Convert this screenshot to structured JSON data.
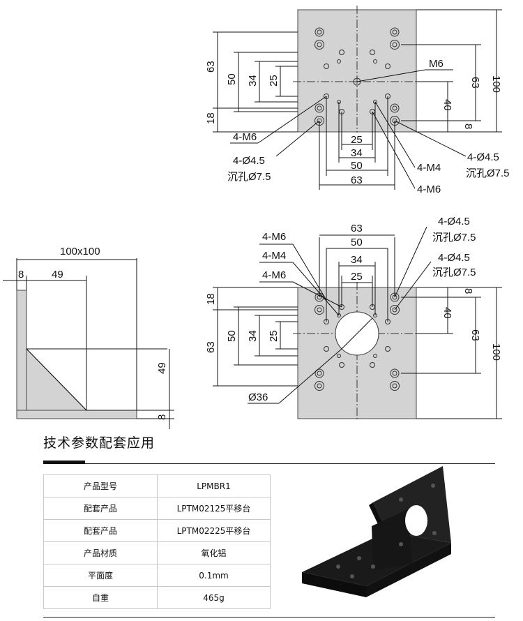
{
  "dims": {
    "top": {
      "left": [
        "63",
        "50",
        "34",
        "25",
        "18"
      ],
      "right": [
        "100",
        "63",
        "40",
        "8"
      ],
      "bottom": [
        "25",
        "34",
        "50",
        "63"
      ],
      "callouts": [
        "M6",
        "4-M6",
        "4-Ø4.5",
        "沉孔Ø7.5",
        "4-M4",
        "4-M6",
        "4-Ø4.5",
        "沉孔Ø7.5"
      ]
    },
    "side": {
      "width": "100x100",
      "a": "8",
      "b": "49",
      "h": "49",
      "base": "8"
    },
    "front": {
      "top": [
        "63",
        "50",
        "34",
        "25"
      ],
      "left": [
        "18",
        "50",
        "34",
        "25",
        "63"
      ],
      "right": [
        "8",
        "40",
        "63",
        "100"
      ],
      "callouts": [
        "4-M6",
        "4-M4",
        "4-M6",
        "4-Ø4.5",
        "沉孔Ø7.5",
        "4-Ø4.5",
        "沉孔Ø7.5",
        "Ø36"
      ]
    }
  },
  "section": {
    "title": "技术参数配套应用"
  },
  "specs": [
    {
      "label": "产品型号",
      "value": "LPMBR1"
    },
    {
      "label": "配套产品",
      "value": "LPTM02125平移台"
    },
    {
      "label": "配套产品",
      "value": "LPTM02225平移台"
    },
    {
      "label": "产品材质",
      "value": "氧化铝"
    },
    {
      "label": "平面度",
      "value": "0.1mm"
    },
    {
      "label": "自重",
      "value": "465g"
    }
  ]
}
